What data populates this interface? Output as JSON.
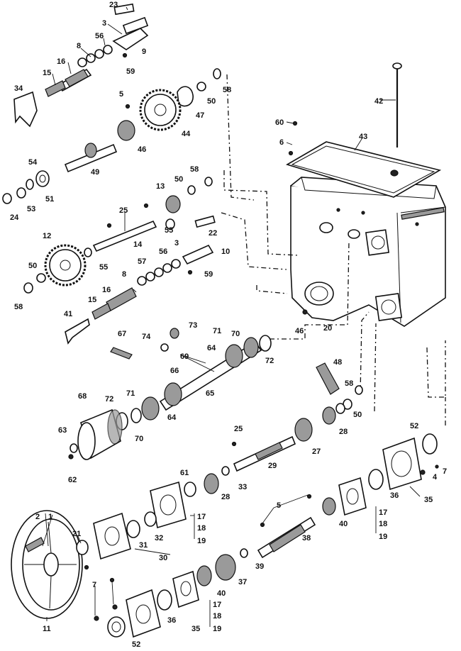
{
  "diagram": {
    "labels": [
      {
        "id": "l23a",
        "text": "23"
      },
      {
        "id": "l3a",
        "text": "3"
      },
      {
        "id": "l56a",
        "text": "56"
      },
      {
        "id": "l8a",
        "text": "8"
      },
      {
        "id": "l9",
        "text": "9"
      },
      {
        "id": "l16a",
        "text": "16"
      },
      {
        "id": "l15a",
        "text": "15"
      },
      {
        "id": "l59a",
        "text": "59"
      },
      {
        "id": "l34",
        "text": "34"
      },
      {
        "id": "l58a",
        "text": "58"
      },
      {
        "id": "l50a",
        "text": "50"
      },
      {
        "id": "l5a",
        "text": "5"
      },
      {
        "id": "l47",
        "text": "47"
      },
      {
        "id": "l44",
        "text": "44"
      },
      {
        "id": "l46a",
        "text": "46"
      },
      {
        "id": "l49",
        "text": "49"
      },
      {
        "id": "l42",
        "text": "42"
      },
      {
        "id": "l60",
        "text": "60"
      },
      {
        "id": "l6",
        "text": "6"
      },
      {
        "id": "l43",
        "text": "43"
      },
      {
        "id": "l54",
        "text": "54"
      },
      {
        "id": "l51",
        "text": "51"
      },
      {
        "id": "l53",
        "text": "53"
      },
      {
        "id": "l24",
        "text": "24"
      },
      {
        "id": "l13",
        "text": "13"
      },
      {
        "id": "l50b",
        "text": "50"
      },
      {
        "id": "l58b",
        "text": "58"
      },
      {
        "id": "l25a",
        "text": "25"
      },
      {
        "id": "l55a",
        "text": "55"
      },
      {
        "id": "l22",
        "text": "22"
      },
      {
        "id": "l3b",
        "text": "3"
      },
      {
        "id": "l12",
        "text": "12"
      },
      {
        "id": "l14",
        "text": "14"
      },
      {
        "id": "l56b",
        "text": "56"
      },
      {
        "id": "l10",
        "text": "10"
      },
      {
        "id": "l50c",
        "text": "50"
      },
      {
        "id": "l55b",
        "text": "55"
      },
      {
        "id": "l8b",
        "text": "8"
      },
      {
        "id": "l57",
        "text": "57"
      },
      {
        "id": "l59b",
        "text": "59"
      },
      {
        "id": "l58c",
        "text": "58"
      },
      {
        "id": "l16b",
        "text": "16"
      },
      {
        "id": "l15b",
        "text": "15"
      },
      {
        "id": "l46b",
        "text": "46"
      },
      {
        "id": "l20",
        "text": "20"
      },
      {
        "id": "l41",
        "text": "41"
      },
      {
        "id": "l67",
        "text": "67"
      },
      {
        "id": "l74",
        "text": "74"
      },
      {
        "id": "l73",
        "text": "73"
      },
      {
        "id": "l71a",
        "text": "71"
      },
      {
        "id": "l70a",
        "text": "70"
      },
      {
        "id": "l64a",
        "text": "64"
      },
      {
        "id": "l72a",
        "text": "72"
      },
      {
        "id": "l69",
        "text": "69"
      },
      {
        "id": "l66",
        "text": "66"
      },
      {
        "id": "l65",
        "text": "65"
      },
      {
        "id": "l48",
        "text": "48"
      },
      {
        "id": "l68",
        "text": "68"
      },
      {
        "id": "l72b",
        "text": "72"
      },
      {
        "id": "l71b",
        "text": "71"
      },
      {
        "id": "l64b",
        "text": "64"
      },
      {
        "id": "l70b",
        "text": "70"
      },
      {
        "id": "l58d",
        "text": "58"
      },
      {
        "id": "l50d",
        "text": "50"
      },
      {
        "id": "l28a",
        "text": "28"
      },
      {
        "id": "l63",
        "text": "63"
      },
      {
        "id": "l25b",
        "text": "25"
      },
      {
        "id": "l27",
        "text": "27"
      },
      {
        "id": "l29",
        "text": "29"
      },
      {
        "id": "l52a",
        "text": "52"
      },
      {
        "id": "l62",
        "text": "62"
      },
      {
        "id": "l61",
        "text": "61"
      },
      {
        "id": "l28b",
        "text": "28"
      },
      {
        "id": "l33",
        "text": "33"
      },
      {
        "id": "l7a",
        "text": "7"
      },
      {
        "id": "l4",
        "text": "4"
      },
      {
        "id": "l36a",
        "text": "36"
      },
      {
        "id": "l35a",
        "text": "35"
      },
      {
        "id": "l5b",
        "text": "5"
      },
      {
        "id": "l17a",
        "text": "17"
      },
      {
        "id": "l18a",
        "text": "18"
      },
      {
        "id": "l19a",
        "text": "19"
      },
      {
        "id": "l40a",
        "text": "40"
      },
      {
        "id": "l17b",
        "text": "17"
      },
      {
        "id": "l18b",
        "text": "18"
      },
      {
        "id": "l19b",
        "text": "19"
      },
      {
        "id": "l2",
        "text": "2"
      },
      {
        "id": "l1",
        "text": "1"
      },
      {
        "id": "l21",
        "text": "21"
      },
      {
        "id": "l31",
        "text": "31"
      },
      {
        "id": "l32",
        "text": "32"
      },
      {
        "id": "l38",
        "text": "38"
      },
      {
        "id": "l30",
        "text": "30"
      },
      {
        "id": "l39",
        "text": "39"
      },
      {
        "id": "l37",
        "text": "37"
      },
      {
        "id": "l40b",
        "text": "40"
      },
      {
        "id": "l7b",
        "text": "7"
      },
      {
        "id": "l17c",
        "text": "17"
      },
      {
        "id": "l18c",
        "text": "18"
      },
      {
        "id": "l19c",
        "text": "19"
      },
      {
        "id": "l11",
        "text": "11"
      },
      {
        "id": "l36b",
        "text": "36"
      },
      {
        "id": "l35b",
        "text": "35"
      },
      {
        "id": "l52b",
        "text": "52"
      }
    ]
  }
}
